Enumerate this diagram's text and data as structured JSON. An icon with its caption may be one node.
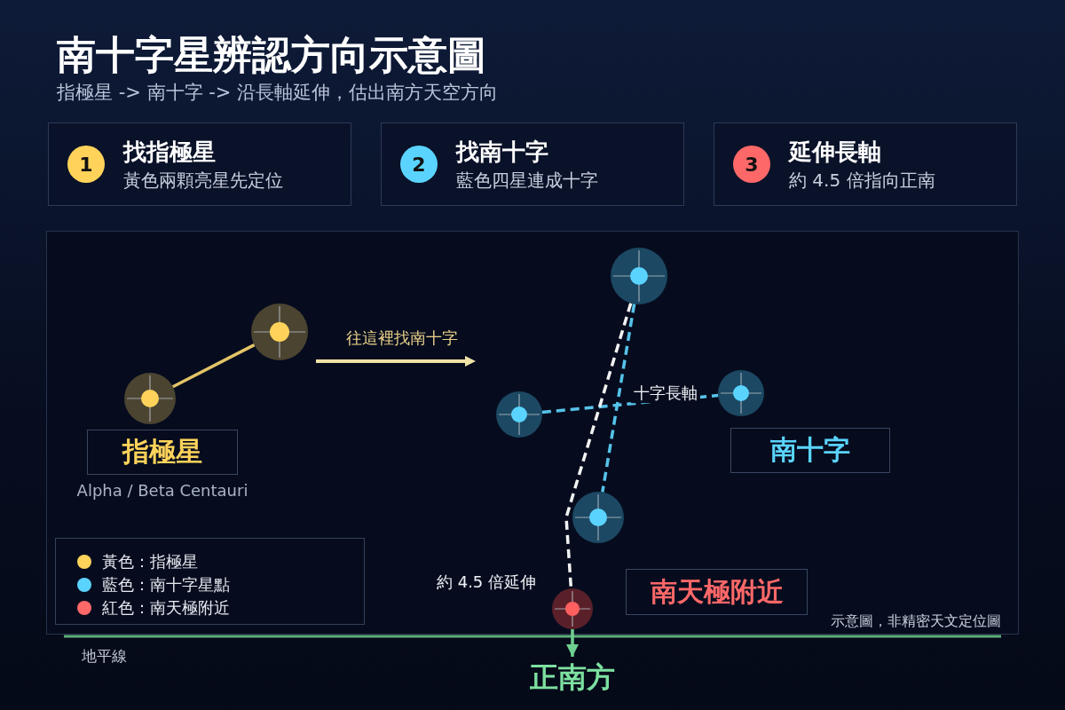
{
  "diagram": {
    "title": "南十字星辨認方向示意圖",
    "nodes": [
      {
        "text": [
          "找指極星",
          "黃色兩顆亮星先定位"
        ]
      },
      {
        "text": [
          "1"
        ],
        "in": 0
      },
      {
        "text": [
          "找南十字",
          "藍色四星連成十字"
        ]
      },
      {
        "text": [
          "2"
        ],
        "in": 2
      },
      {
        "text": [
          "延伸長軸",
          "約 4.5 倍指向正南"
        ]
      },
      {
        "text": [
          "3"
        ],
        "in": 4
      },
      {
        "text": [],
        "shape": "box"
      },
      {
        "text": [],
        "shape": "circle",
        "in": 6
      },
      {
        "text": [],
        "shape": "circle",
        "in": 6
      },
      {
        "text": [
          "指極星"
        ],
        "beside": [
          "Alpha / Beta Centauri"
        ],
        "in": 6
      },
      {
        "text": [],
        "shape": "circle",
        "in": 6
      },
      {
        "text": [],
        "shape": "circle",
        "in": 6
      },
      {
        "text": [],
        "shape": "circle",
        "in": 6
      },
      {
        "text": [
          "南十字"
        ],
        "in": 6
      },
      {
        "text": [],
        "shape": "circle",
        "in": 6
      },
      {
        "text": [
          "南天極附近"
        ],
        "in": 6
      },
      {
        "text": [],
        "shape": "circle",
        "in": 6
      },
      {
        "text": [
          "正南方"
        ]
      }
    ],
    "edges": [
      {
        "from": 7,
        "to": 8,
        "arrow": "none",
        "color": "#e3c466"
      },
      {
        "from": 10,
        "to": 14,
        "arrow": "none",
        "style": "dashed",
        "color": "#56c3ea"
      },
      {
        "from": 11,
        "to": 12,
        "arrow": "none",
        "style": "dashed",
        "color": "#56c3ea",
        "label": "十字長軸"
      },
      {
        "from": 10,
        "to": 16,
        "arrow": "none",
        "style": "dashed",
        "color": "#f2f2f2",
        "label": "約 4.5 倍延伸"
      },
      {
        "from": 16,
        "to": 17,
        "arrow": "to",
        "color": "#6fd08f"
      }
    ],
    "labels": [
      "指極星 -> 南十字 -> 沿長軸延伸，估出南方天空方向",
      "往這裡找南十字",
      "地平線",
      "示意圖，非精密天文定位圖"
    ],
    "legend": [
      {
        "text": "黃色：指極星",
        "color": "#ffd35a"
      },
      {
        "text": "藍色：南十字星點",
        "color": "#5ad4ff"
      },
      {
        "text": "紅色：南天極附近",
        "color": "#ff6868"
      }
    ]
  }
}
